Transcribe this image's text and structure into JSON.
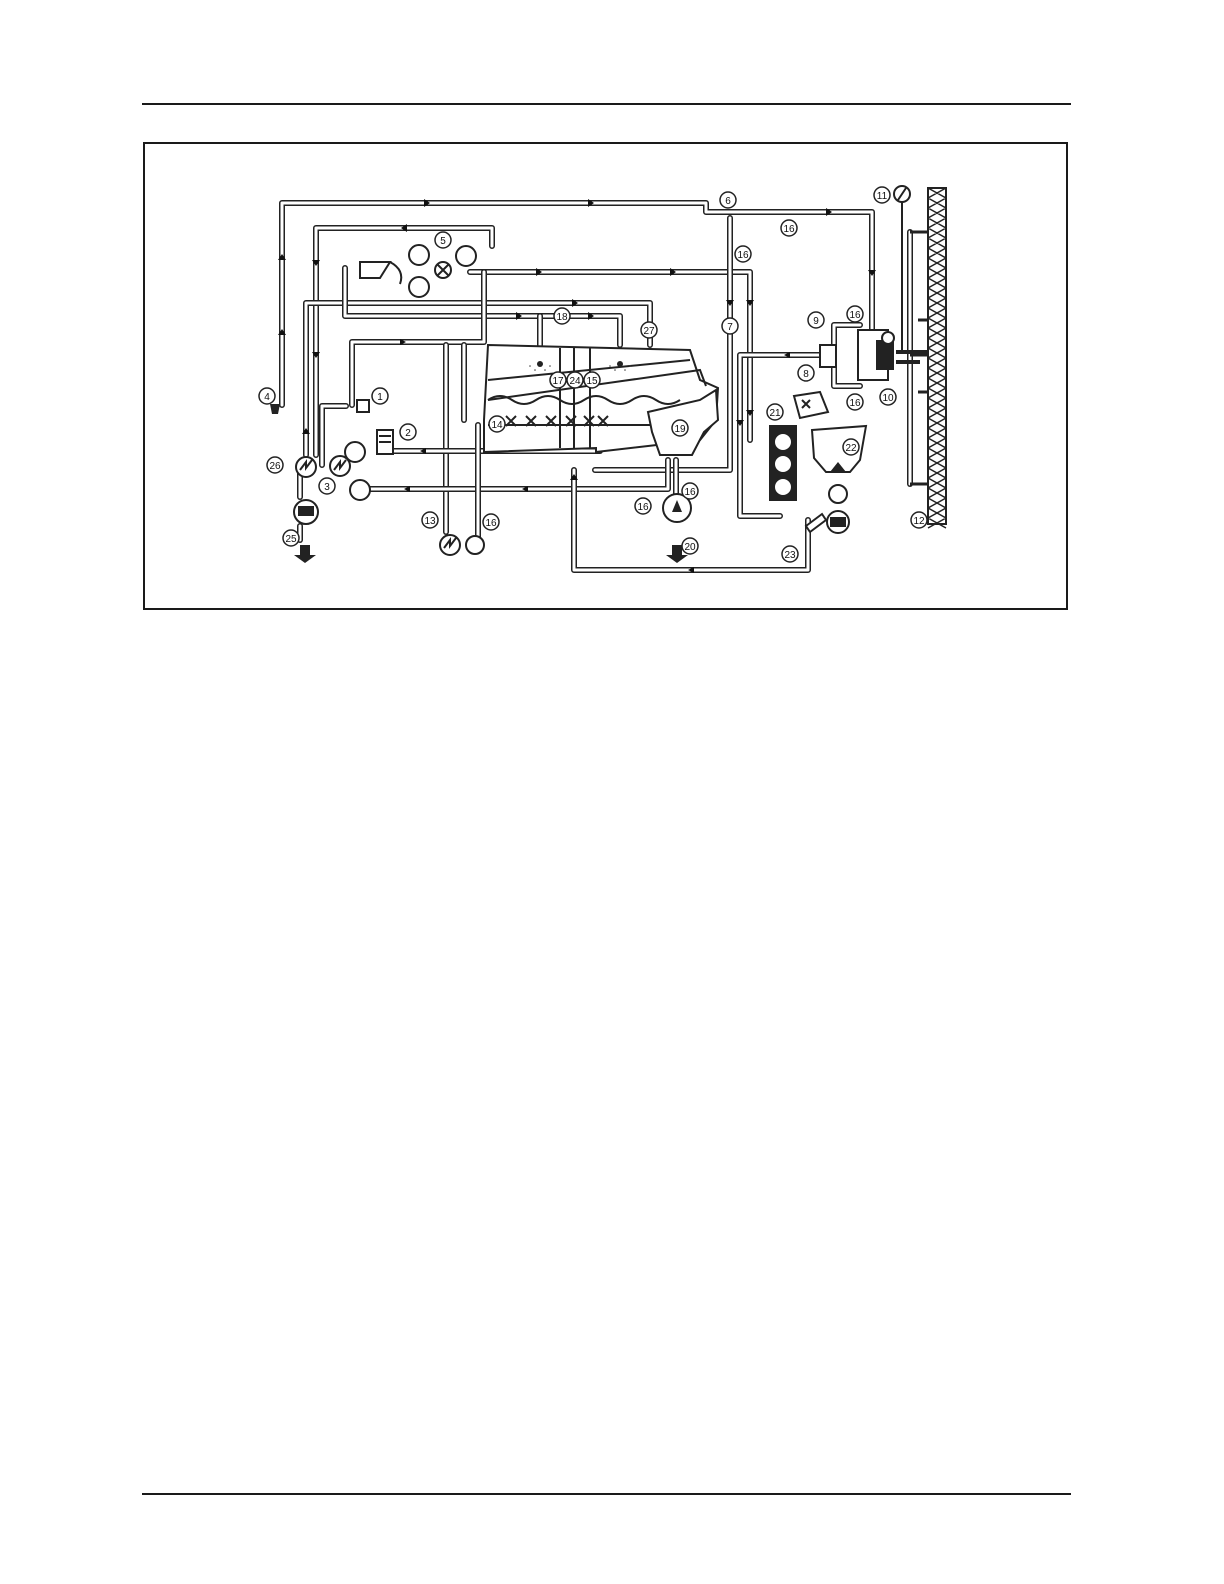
{
  "callouts": [
    {
      "id": "c1",
      "label": "1"
    },
    {
      "id": "c2",
      "label": "2"
    },
    {
      "id": "c3",
      "label": "3"
    },
    {
      "id": "c4",
      "label": "4"
    },
    {
      "id": "c5",
      "label": "5"
    },
    {
      "id": "c6",
      "label": "6"
    },
    {
      "id": "c7",
      "label": "7"
    },
    {
      "id": "c8",
      "label": "8"
    },
    {
      "id": "c9",
      "label": "9"
    },
    {
      "id": "c10",
      "label": "10"
    },
    {
      "id": "c11",
      "label": "11"
    },
    {
      "id": "c12",
      "label": "12"
    },
    {
      "id": "c13",
      "label": "13"
    },
    {
      "id": "c14",
      "label": "14"
    },
    {
      "id": "c15",
      "label": "15"
    },
    {
      "id": "c16a",
      "label": "16"
    },
    {
      "id": "c16b",
      "label": "16"
    },
    {
      "id": "c16c",
      "label": "16"
    },
    {
      "id": "c16d",
      "label": "16"
    },
    {
      "id": "c16e",
      "label": "16"
    },
    {
      "id": "c16f",
      "label": "16"
    },
    {
      "id": "c16g",
      "label": "16"
    },
    {
      "id": "c17",
      "label": "17"
    },
    {
      "id": "c18",
      "label": "18"
    },
    {
      "id": "c19",
      "label": "19"
    },
    {
      "id": "c20",
      "label": "20"
    },
    {
      "id": "c21",
      "label": "21"
    },
    {
      "id": "c22",
      "label": "22"
    },
    {
      "id": "c23",
      "label": "23"
    },
    {
      "id": "c24",
      "label": "24"
    },
    {
      "id": "c25",
      "label": "25"
    },
    {
      "id": "c26",
      "label": "26"
    },
    {
      "id": "c27",
      "label": "27"
    }
  ]
}
